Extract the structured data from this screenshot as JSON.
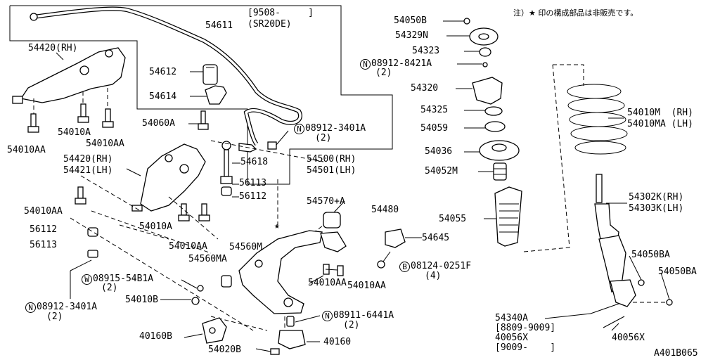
{
  "note": "注）★ 印の構成部品は非販売です。",
  "figure_id": "A401B065",
  "labels": {
    "stabilizer_range": "[9508-     ]",
    "stabilizer_engine": "(SR20DE)",
    "p54611": "54611",
    "p54612": "54612",
    "p54614": "54614",
    "p54060A": "54060A",
    "p54420rh_top": "54420(RH)",
    "p54010A_1": "54010A",
    "p54010AA_1": "54010AA",
    "p54010AA_2": "54010AA",
    "p54420rh": "54420(RH)",
    "p54421lh": "54421(LH)",
    "p54010AA_3": "54010AA",
    "p56112_l": "56112",
    "p56113_l": "56113",
    "p54010A_2": "54010A",
    "p54010AA_4": "54010AA",
    "w08915": "08915-54B1A",
    "w08915_qty": "(2)",
    "n08912_l": "08912-3401A",
    "n08912_l_qty": "(2)",
    "p54010B": "54010B",
    "p40160B": "40160B",
    "p54020B": "54020B",
    "p40160": "40160",
    "n08911": "08911-6441A",
    "n08911_qty": "(2)",
    "p54560M": "54560M",
    "p54560MA": "54560MA",
    "p54010AA_5": "54010AA",
    "p54010AA_6": "54010AA",
    "b08124": "08124-0251F",
    "b08124_qty": "(4)",
    "p54645": "54645",
    "p54480": "54480",
    "p54570A": "54570+A",
    "p54500rh": "54500(RH)",
    "p54501lh": "54501(LH)",
    "n08912_m": "08912-3401A",
    "n08912_m_qty": "(2)",
    "p54618": "54618",
    "p56113_m": "56113",
    "p56112_m": "56112",
    "p54050B": "54050B",
    "p54329N": "54329N",
    "p54323": "54323",
    "n08912_r": "08912-8421A",
    "n08912_r_qty": "(2)",
    "p54320": "54320",
    "p54325": "54325",
    "p54059": "54059",
    "p54036": "54036",
    "p54052M": "54052M",
    "p54055": "54055",
    "p54010M": "54010M  (RH)",
    "p54010MA": "54010MA (LH)",
    "p54302K": "54302K(RH)",
    "p54303K": "54303K(LH)",
    "p54050BA_1": "54050BA",
    "p54050BA_2": "54050BA",
    "p54340A": "54340A",
    "r8809": "[8809-9009]",
    "p40056X_l": "40056X",
    "r9009": "[9009-    ]",
    "p40056X_r": "40056X"
  },
  "markers": {
    "circle_n": "N",
    "circle_w": "W",
    "circle_b": "B",
    "star": "★"
  }
}
